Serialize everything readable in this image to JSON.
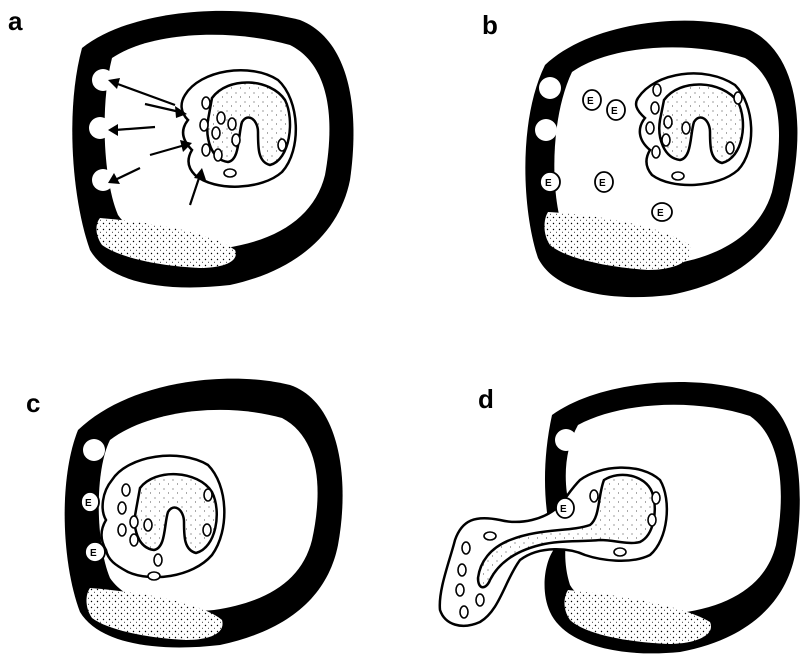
{
  "panels": [
    {
      "label": "a"
    },
    {
      "label": "b"
    },
    {
      "label": "c"
    },
    {
      "label": "d"
    }
  ],
  "egg_label": "E"
}
